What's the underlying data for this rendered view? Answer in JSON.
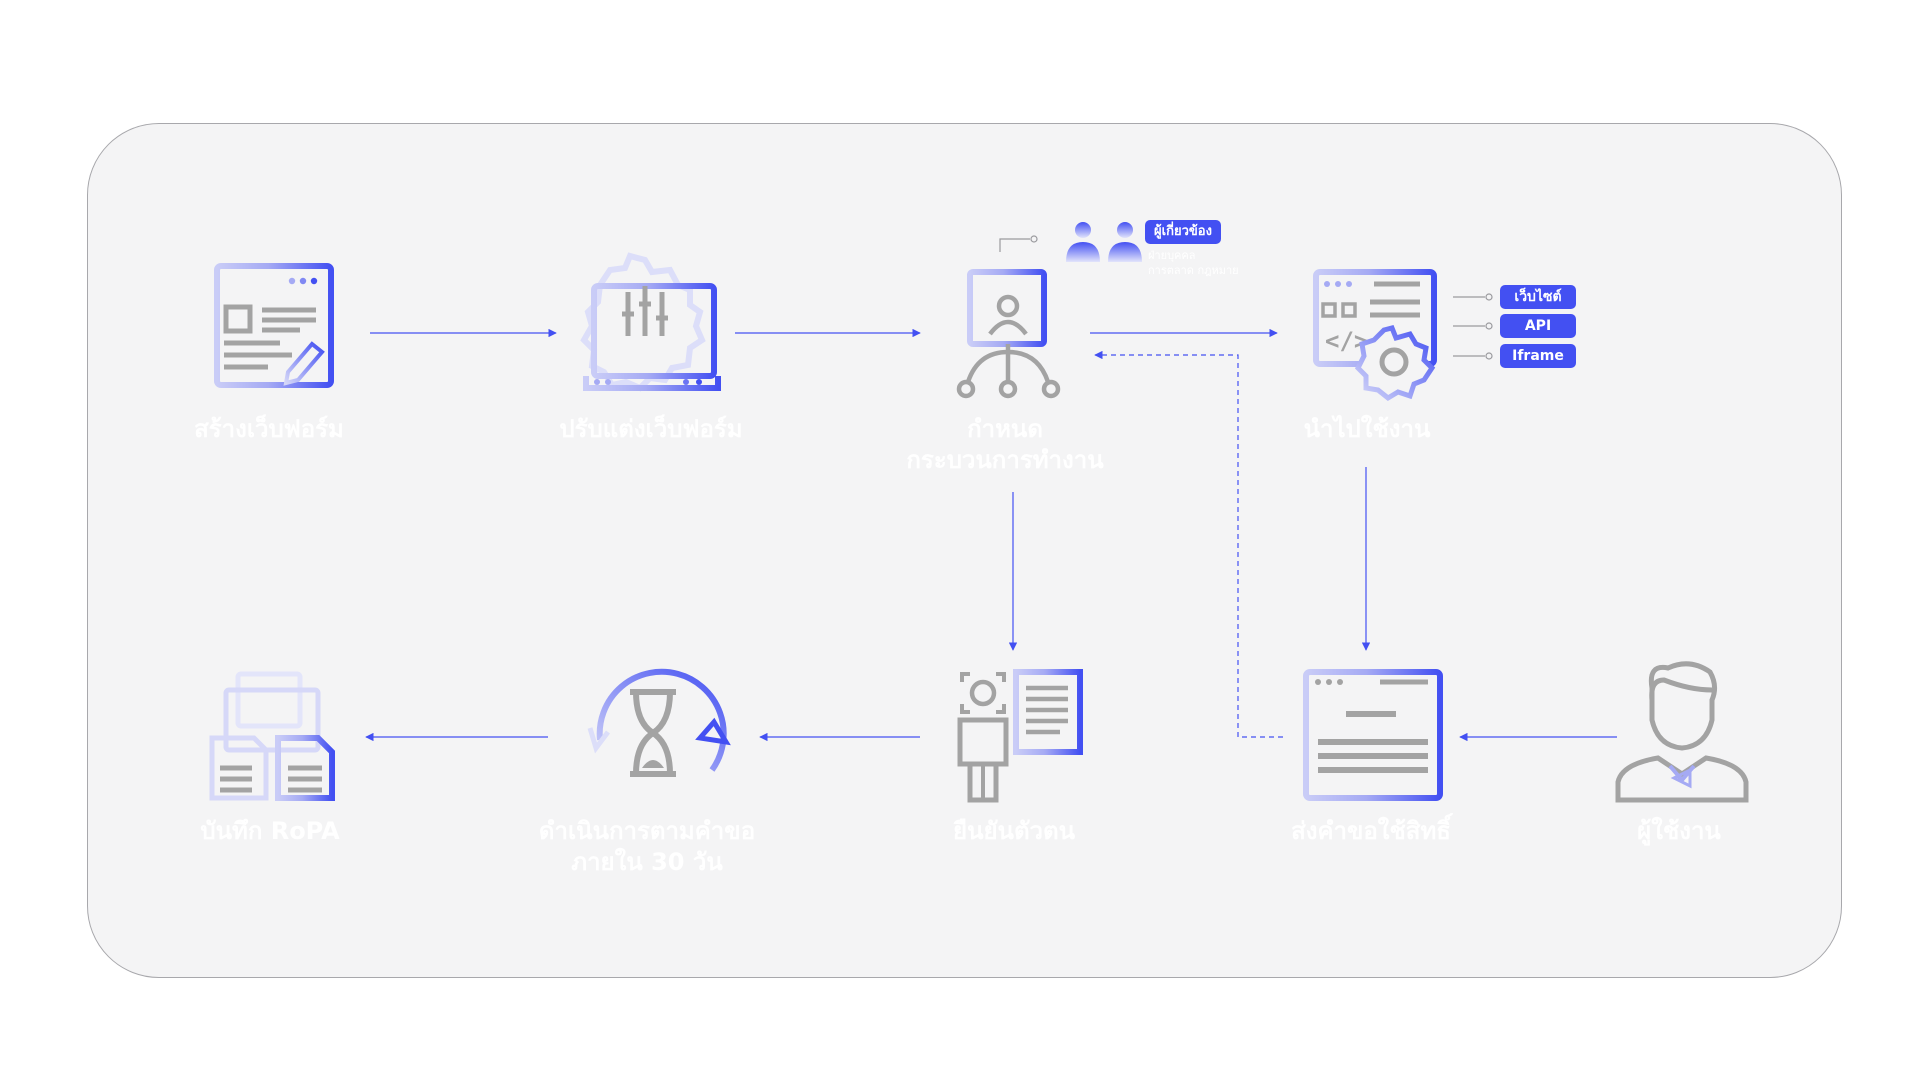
{
  "steps": {
    "create_form": "สร้างเว็บฟอร์ม",
    "customize_form": "ปรับแต่งเว็บฟอร์ม",
    "define_workflow": "กำหนด\nกระบวนการทำงาน",
    "deploy": "นำไปใช้งาน",
    "submit_request": "ส่งคำขอใช้สิทธิ์",
    "user": "ผู้ใช้งาน",
    "verify_identity": "ยืนยันตัวตน",
    "process_request": "ดำเนินการตามคำขอ\nภายใน 30 วัน",
    "record_ropa": "บันทึก RoPA"
  },
  "stakeholders": {
    "badge": "ผู้เกี่ยวข้อง",
    "detail": "ฝ่ายบุคคล\nการตลาด กฎหมาย"
  },
  "channels": [
    "เว็บไซต์",
    "API",
    "Iframe"
  ],
  "colors": {
    "accent": "#4350f2",
    "icon_gray": "#a3a3a3",
    "panel_bg": "#f4f4f5",
    "label_text": "#ffffff"
  }
}
